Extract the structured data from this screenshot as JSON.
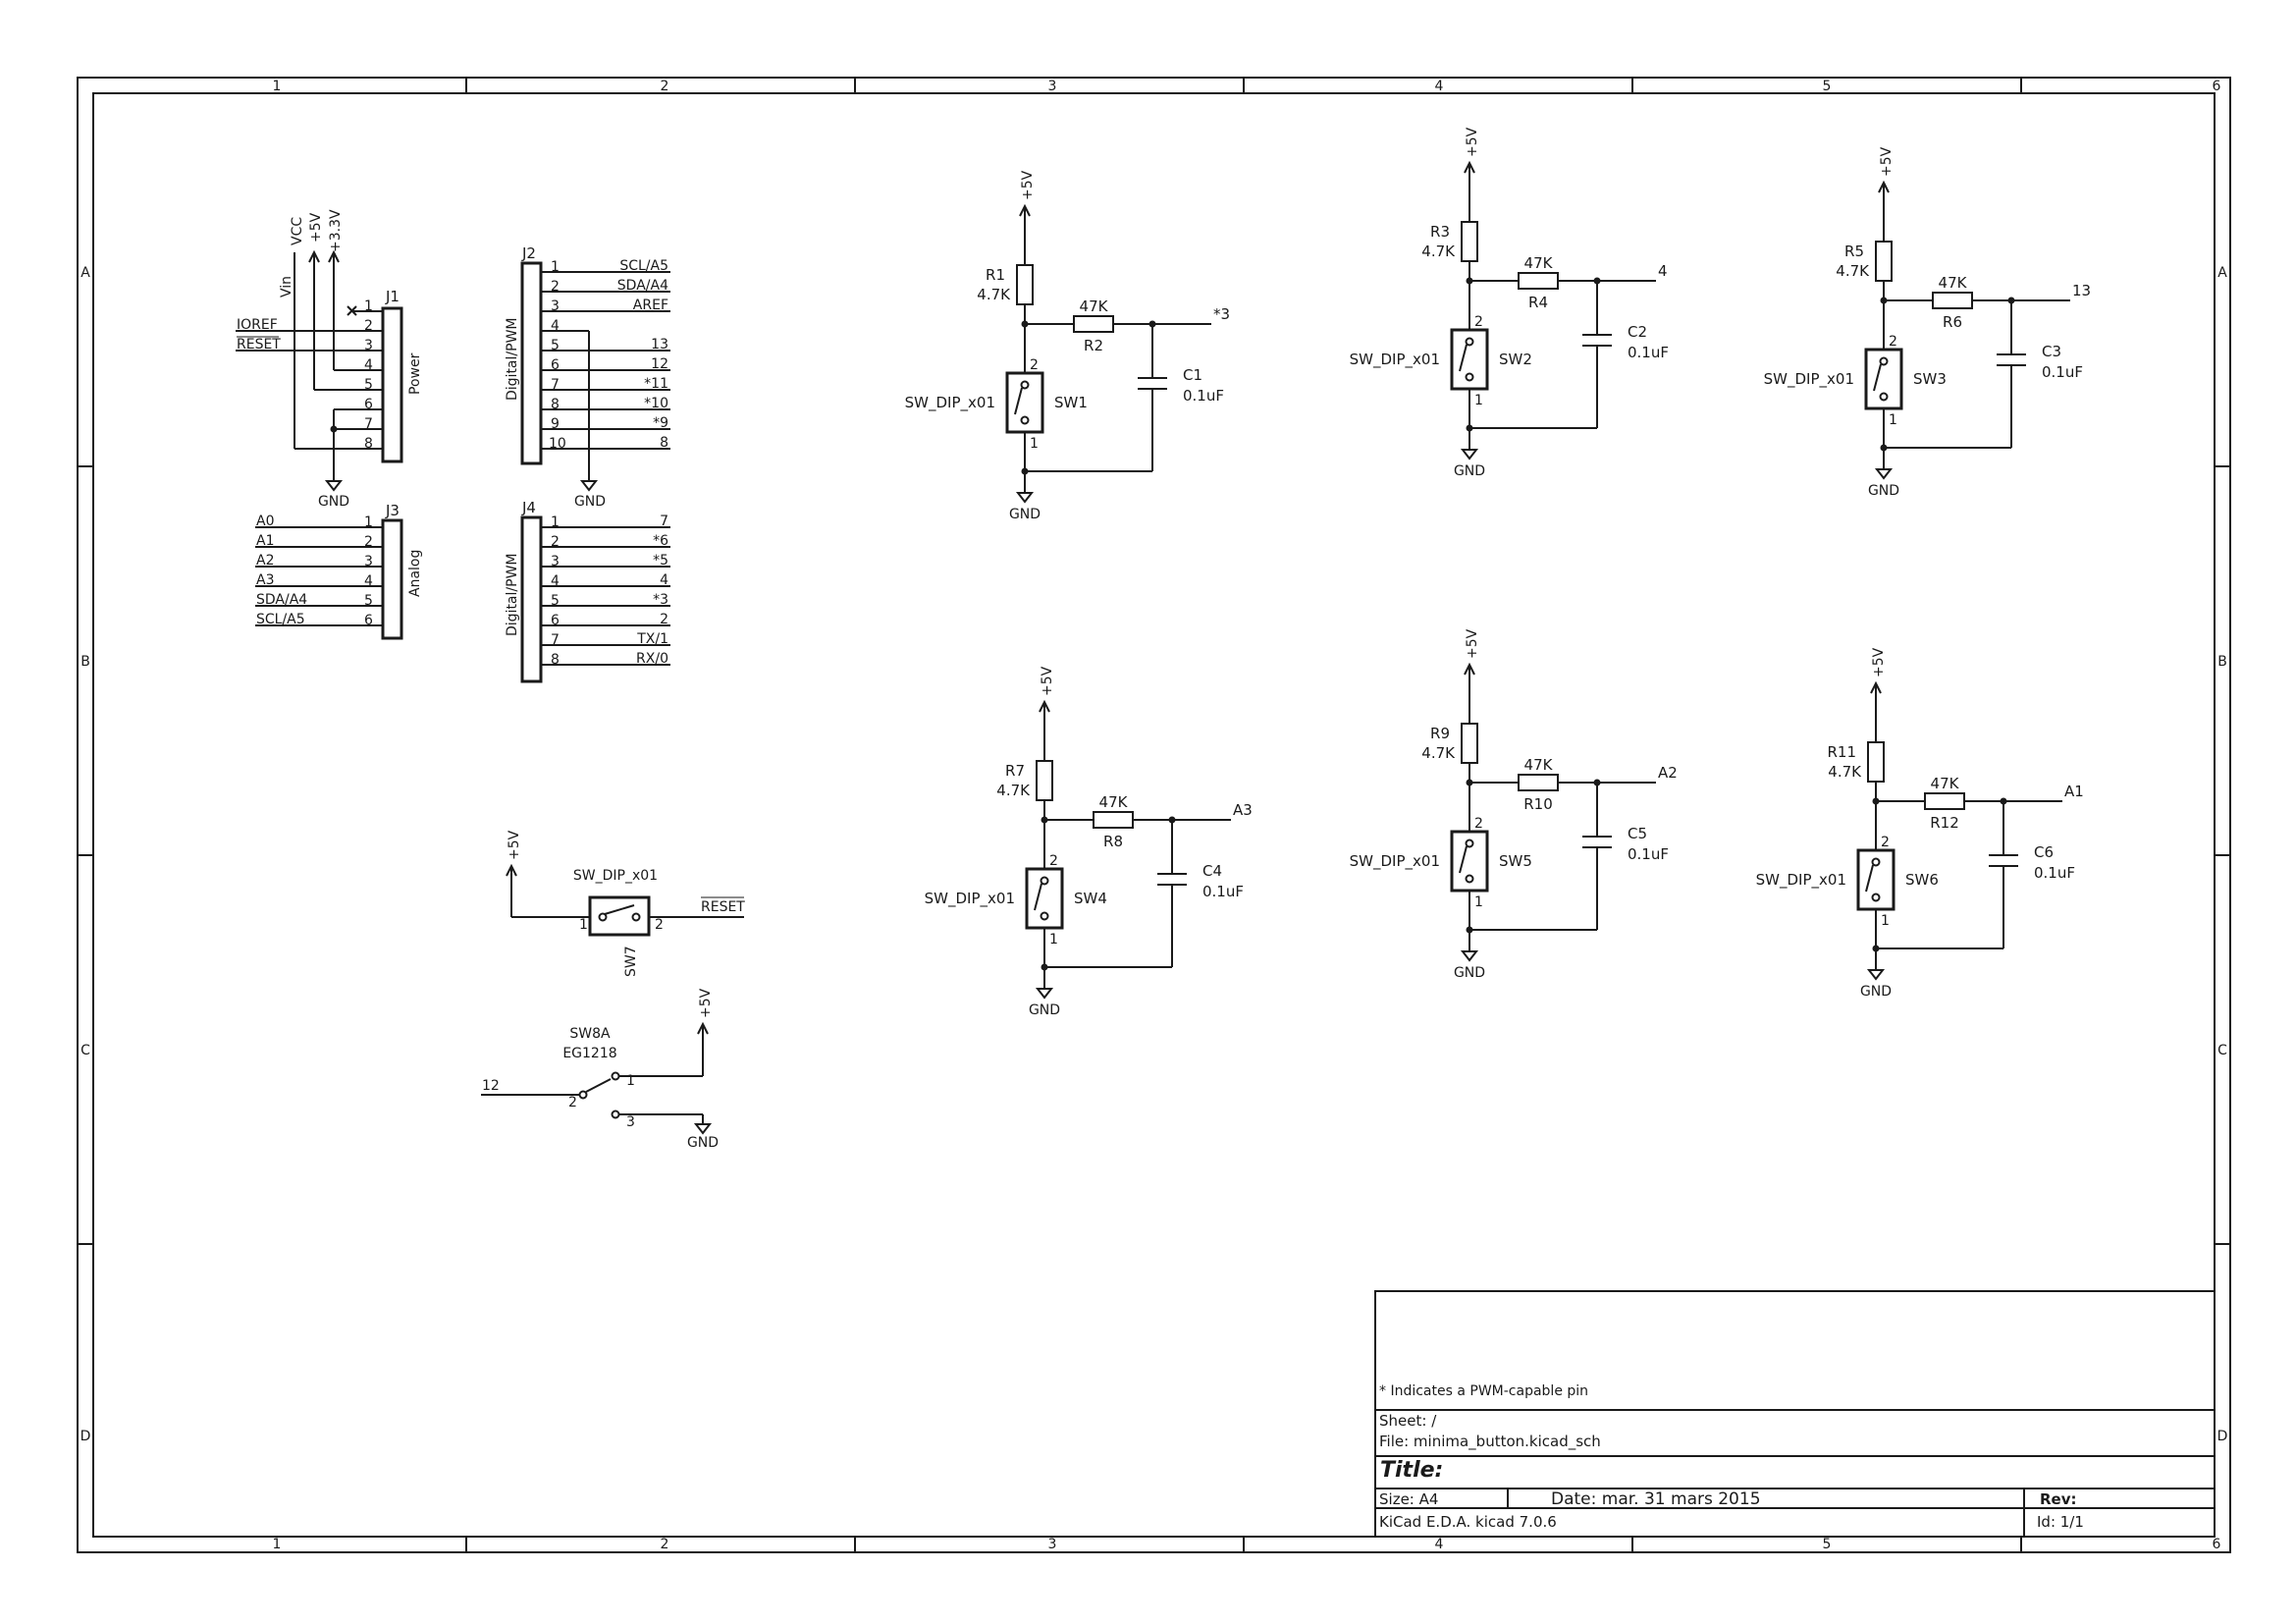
{
  "frame": {
    "columns": [
      "1",
      "2",
      "3",
      "4",
      "5",
      "6"
    ],
    "rows": [
      "A",
      "B",
      "C",
      "D"
    ]
  },
  "title_block": {
    "comment": "* Indicates a PWM-capable pin",
    "sheet": "Sheet: /",
    "file": "File: minima_button.kicad_sch",
    "title": "Title:",
    "size": "Size: A4",
    "date": "Date: mar. 31 mars 2015",
    "rev": "Rev:",
    "app": "KiCad E.D.A.  kicad 7.0.6",
    "id": "Id: 1/1"
  },
  "power": {
    "v5": "+5V",
    "v33": "+3.3V",
    "vcc": "VCC",
    "vin": "Vin",
    "gnd": "GND"
  },
  "j1": {
    "ref": "J1",
    "value": "Power",
    "pins": [
      "1",
      "2",
      "3",
      "4",
      "5",
      "6",
      "7",
      "8"
    ],
    "labels": {
      "ioref": "IOREF",
      "reset": "RESET"
    }
  },
  "j2": {
    "ref": "J2",
    "value": "Digital/PWM",
    "pins": [
      "1",
      "2",
      "3",
      "4",
      "5",
      "6",
      "7",
      "8",
      "9",
      "10"
    ],
    "nets": [
      "SCL/A5",
      "SDA/A4",
      "AREF",
      "",
      "13",
      "12",
      "*11",
      "*10",
      "*9",
      "8"
    ]
  },
  "j3": {
    "ref": "J3",
    "value": "Analog",
    "pins": [
      "1",
      "2",
      "3",
      "4",
      "5",
      "6"
    ],
    "nets": [
      "A0",
      "A1",
      "A2",
      "A3",
      "SDA/A4",
      "SCL/A5"
    ]
  },
  "j4": {
    "ref": "J4",
    "value": "Digital/PWM",
    "pins": [
      "1",
      "2",
      "3",
      "4",
      "5",
      "6",
      "7",
      "8"
    ],
    "nets": [
      "7",
      "*6",
      "*5",
      "4",
      "*3",
      "2",
      "TX/1",
      "RX/0"
    ]
  },
  "circuits": [
    {
      "sw": "SW1",
      "swval": "SW_DIP_x01",
      "rtop": "R1",
      "rtopval": "4.7K",
      "rser": "R2",
      "rserval": "47K",
      "cap": "C1",
      "capval": "0.1uF",
      "net": "*3",
      "pin1": "1",
      "pin2": "2"
    },
    {
      "sw": "SW2",
      "swval": "SW_DIP_x01",
      "rtop": "R3",
      "rtopval": "4.7K",
      "rser": "R4",
      "rserval": "47K",
      "cap": "C2",
      "capval": "0.1uF",
      "net": "4",
      "pin1": "1",
      "pin2": "2"
    },
    {
      "sw": "SW3",
      "swval": "SW_DIP_x01",
      "rtop": "R5",
      "rtopval": "4.7K",
      "rser": "R6",
      "rserval": "47K",
      "cap": "C3",
      "capval": "0.1uF",
      "net": "13",
      "pin1": "1",
      "pin2": "2"
    },
    {
      "sw": "SW4",
      "swval": "SW_DIP_x01",
      "rtop": "R7",
      "rtopval": "4.7K",
      "rser": "R8",
      "rserval": "47K",
      "cap": "C4",
      "capval": "0.1uF",
      "net": "A3",
      "pin1": "1",
      "pin2": "2"
    },
    {
      "sw": "SW5",
      "swval": "SW_DIP_x01",
      "rtop": "R9",
      "rtopval": "4.7K",
      "rser": "R10",
      "rserval": "47K",
      "cap": "C5",
      "capval": "0.1uF",
      "net": "A2",
      "pin1": "1",
      "pin2": "2"
    },
    {
      "sw": "SW6",
      "swval": "SW_DIP_x01",
      "rtop": "R11",
      "rtopval": "4.7K",
      "rser": "R12",
      "rserval": "47K",
      "cap": "C6",
      "capval": "0.1uF",
      "net": "A1",
      "pin1": "1",
      "pin2": "2"
    }
  ],
  "sw7": {
    "ref": "SW7",
    "value": "SW_DIP_x01",
    "net": "RESET",
    "pin1": "1",
    "pin2": "2"
  },
  "sw8": {
    "ref": "SW8A",
    "value": "EG1218",
    "net": "12",
    "pin1": "1",
    "pin2": "2",
    "pin3": "3"
  }
}
